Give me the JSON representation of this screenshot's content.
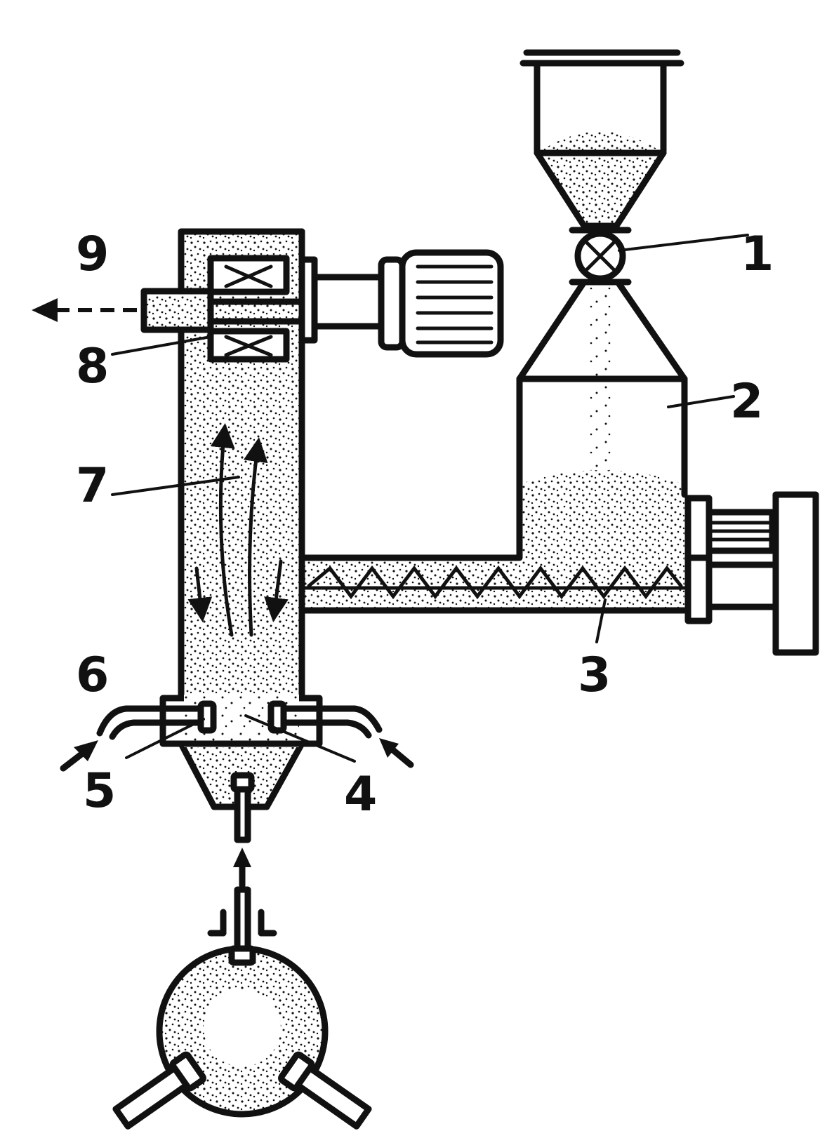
{
  "labels": {
    "n1": "1",
    "n2": "2",
    "n3": "3",
    "n4": "4",
    "n5": "5",
    "n6": "6",
    "n7": "7",
    "n8": "8",
    "n9": "9"
  },
  "colors": {
    "ink": "#111111",
    "background": "#ffffff"
  }
}
